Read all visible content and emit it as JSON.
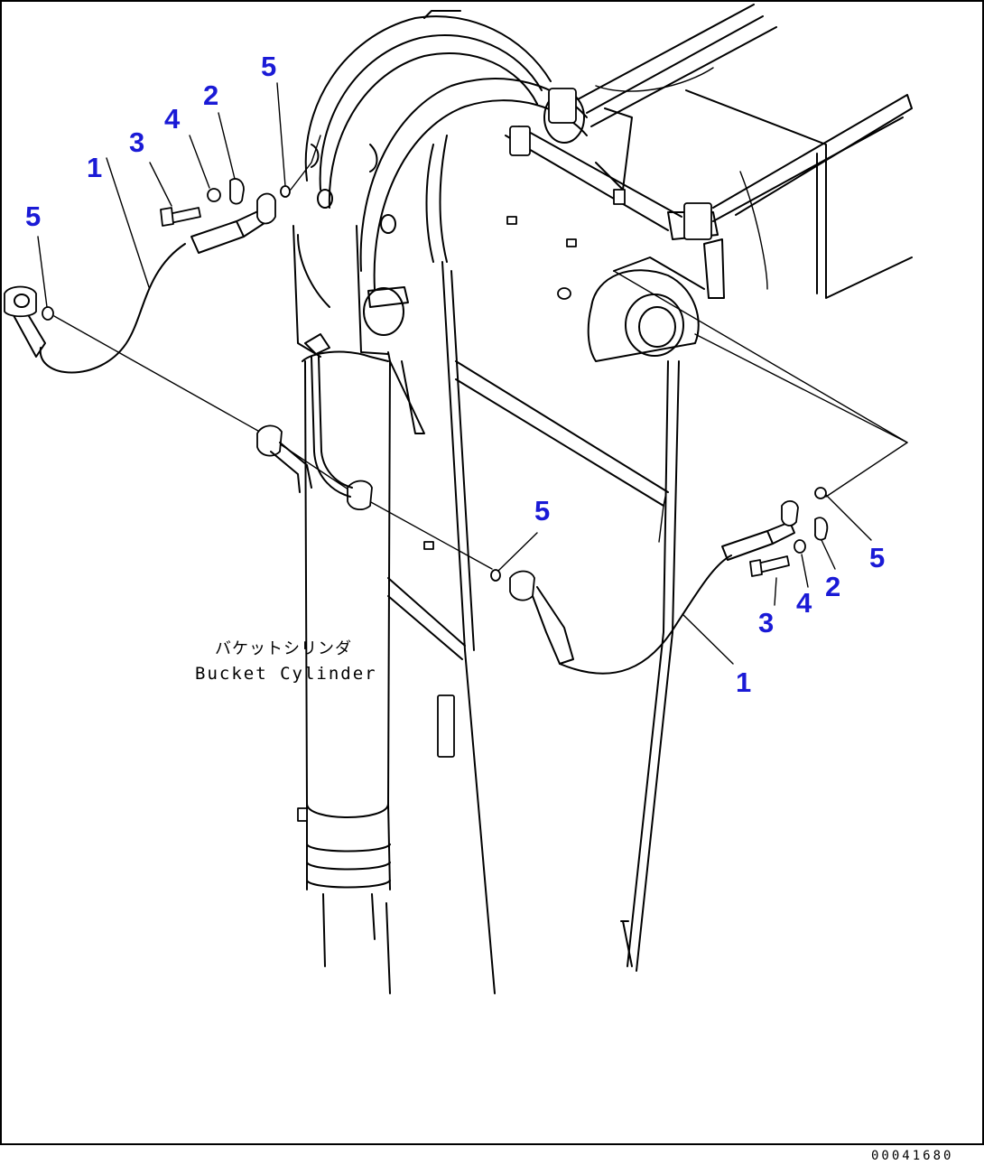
{
  "diagram": {
    "callouts": [
      {
        "id": "left-1",
        "text": "1"
      },
      {
        "id": "left-2",
        "text": "2"
      },
      {
        "id": "left-3",
        "text": "3"
      },
      {
        "id": "left-4",
        "text": "4"
      },
      {
        "id": "left-5-top",
        "text": "5"
      },
      {
        "id": "left-5-side",
        "text": "5"
      },
      {
        "id": "right-5-mid",
        "text": "5"
      },
      {
        "id": "right-5-end",
        "text": "5"
      },
      {
        "id": "right-2",
        "text": "2"
      },
      {
        "id": "right-4",
        "text": "4"
      },
      {
        "id": "right-3",
        "text": "3"
      },
      {
        "id": "right-1",
        "text": "1"
      }
    ],
    "caption_japanese": "バケットシリンダ",
    "caption_english": "Bucket Cylinder",
    "drawing_number": "00041680",
    "colors": {
      "callout": "#1a1ad6",
      "line": "#000000",
      "background": "#ffffff"
    }
  }
}
